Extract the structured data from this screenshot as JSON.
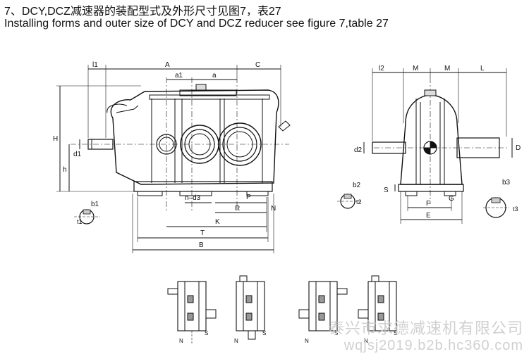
{
  "header": {
    "title_cn": "7、DCY,DCZ减速器的装配型式及外形尺寸见图7，表27",
    "title_en": "Installing forms and outer size of DCY and DCZ reducer see figure 7,table 27"
  },
  "front_view": {
    "labels": {
      "l1": "l1",
      "A": "A",
      "C": "C",
      "a1": "a1",
      "a": "a",
      "H": "H",
      "h": "h",
      "d1": "d1",
      "n_d3": "n–d3",
      "P": "P",
      "R": "R",
      "N": "N",
      "K": "K",
      "T": "T",
      "B": "B",
      "b1": "b1",
      "t1": "t1"
    }
  },
  "side_view": {
    "labels": {
      "l2": "l2",
      "M1": "M",
      "M2": "M",
      "L": "L",
      "d2": "d2",
      "D": "D",
      "S": "S",
      "G": "G",
      "F": "F",
      "E": "E",
      "b2": "b2",
      "t2": "t2",
      "b3": "b3",
      "t3": "t3"
    }
  },
  "assembly_forms": {
    "labels": {
      "f1_N": "N",
      "f1_S": "S",
      "f2_N": "N",
      "f2_S": "S",
      "f3_N": "N",
      "f3_S": "S",
      "f4_N": "N",
      "f4_S": "S"
    }
  },
  "watermark": {
    "line1": "泰兴市求德减速机有限公司",
    "line2": "wqjsj2019.b2b.hc360.com"
  }
}
